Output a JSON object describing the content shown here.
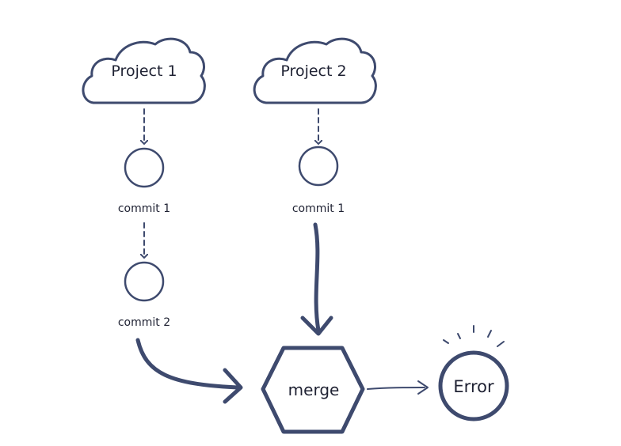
{
  "projects": [
    {
      "label": "Project 1",
      "color": "#93d2c7"
    },
    {
      "label": "Project 2",
      "color": "#79c1e2"
    }
  ],
  "commits": [
    {
      "label": "commit 1",
      "project": "Project 1",
      "color": "#b0a4d4"
    },
    {
      "label": "commit 2",
      "project": "Project 1",
      "color": "#b0a4d4"
    },
    {
      "label": "commit 1",
      "project": "Project 2",
      "color": "#79c1e2"
    }
  ],
  "merge": {
    "label": "merge",
    "color": "#dde0f3"
  },
  "error": {
    "label": "Error",
    "color": "#ee7b79"
  },
  "stroke_color": "#3e4a6e"
}
